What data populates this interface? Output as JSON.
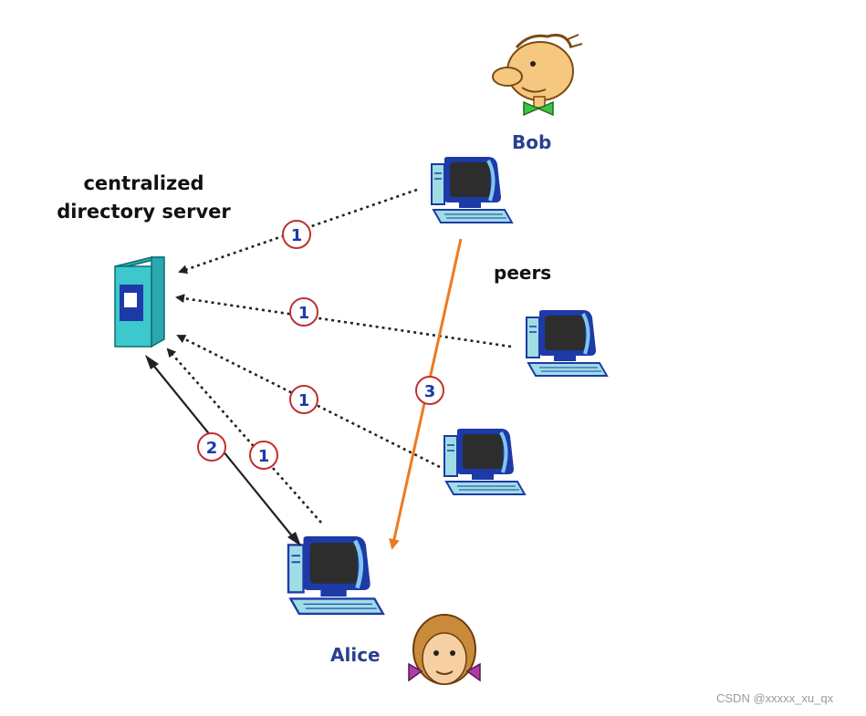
{
  "server": {
    "title_line1": "centralized",
    "title_line2": "directory server"
  },
  "labels": {
    "bob": "Bob",
    "alice": "Alice",
    "peers": "peers"
  },
  "steps": {
    "query": "1",
    "reply": "2",
    "transfer": "3"
  },
  "watermark": "CSDN @xxxxx_xu_qx",
  "colors": {
    "server_body": "#3cc8cc",
    "monitor_frame": "#1d3aa8",
    "arrow_dotted": "#222222",
    "arrow_direct": "#ee7a22",
    "step_circle": "#c03030",
    "step_text": "#1d3aa8"
  }
}
